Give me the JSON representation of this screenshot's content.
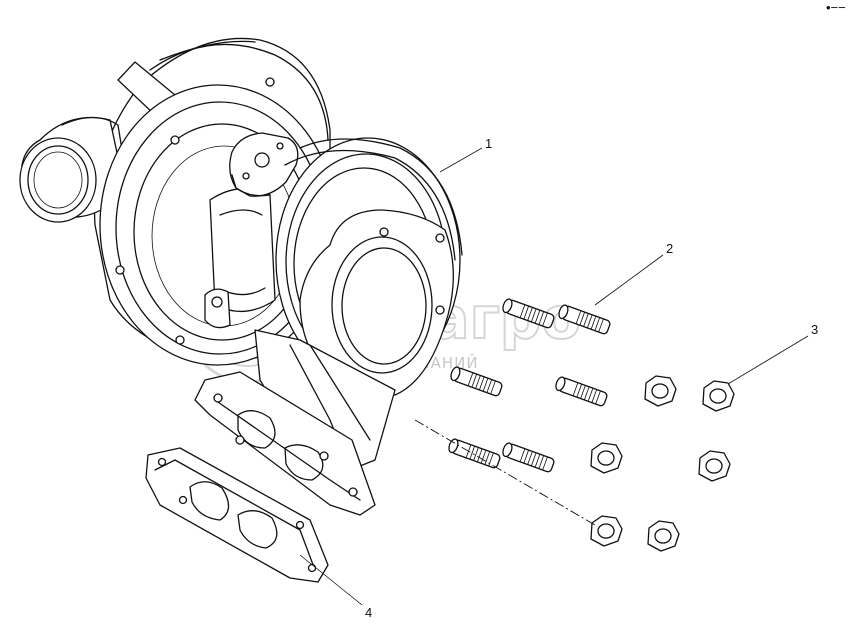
{
  "corner_mark": "•−−",
  "watermark": {
    "name": "белагро",
    "tagline": "ГРУППА КОМПАНИЙ"
  },
  "callouts": [
    {
      "label": "1",
      "part": "turbocharger"
    },
    {
      "label": "2",
      "part": "stud"
    },
    {
      "label": "3",
      "part": "nut"
    },
    {
      "label": "4",
      "part": "gasket"
    }
  ]
}
